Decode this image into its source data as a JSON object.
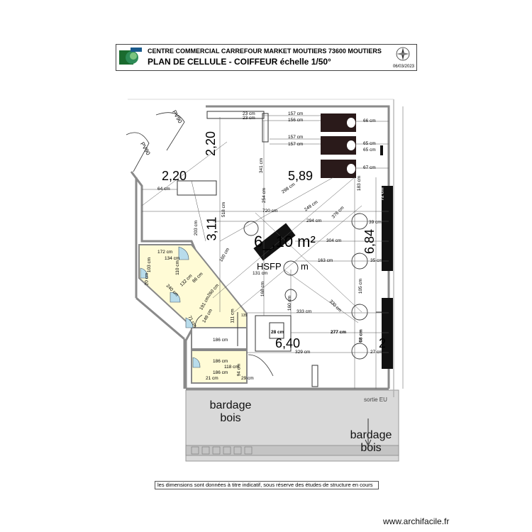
{
  "header": {
    "line1": "CENTRE COMMERCIAL CARREFOUR MARKET MOUTIERS   73600 MOUTIERS",
    "line2": "PLAN DE CELLULE - COIFFEUR     échelle 1/50°",
    "date": "06/03/2023"
  },
  "doors": {
    "pv_top": "PV90",
    "pv_left": "PV90"
  },
  "big_labels": {
    "dim_220_vertical": "2,20",
    "dim_220_horizontal": "2,20",
    "dim_589": "5,89",
    "dim_311": "3,11",
    "dim_640": "6,40",
    "area": "6_,10 m²",
    "hsfp": "HSFP",
    "hsfp_suffix": "m",
    "right_partial_1": "6,84",
    "right_partial_2": "2"
  },
  "dimensions": {
    "d23a": "23 cm",
    "d23b": "23 cm",
    "d157a": "157 cm",
    "d156": "156 cm",
    "d157b": "157 cm",
    "d157c": "157 cm",
    "d66": "66 cm",
    "d65a": "65 cm",
    "d65b": "65 cm",
    "d67": "67 cm",
    "d64": "64 cm",
    "d341": "341 cm",
    "d254": "254 cm",
    "d298": "298 cm",
    "d183": "183 cm",
    "d72a": "72 cm",
    "d518": "518 cm",
    "d720": "720 cm",
    "d249": "249 cm",
    "d376": "376 cm",
    "d203": "203 cm",
    "d294": "294 cm",
    "d39": "39 cm",
    "d304": "304 cm",
    "d160a": "160 cm",
    "d131": "131 cm",
    "d163": "163 cm",
    "d35": "35 cm",
    "d105": "105 cm",
    "d66b": "66 cm",
    "d168": "168 cm",
    "d160b": "160 cm",
    "d333": "333 cm",
    "d330": "330 cm",
    "d172": "172 cm",
    "d134": "134 cm",
    "d110": "110 cm",
    "d103": "103 cm",
    "d132": "132 cm",
    "d86": "86 cm",
    "d260": "260 cm",
    "d191": "191 cm",
    "d149": "149 cm",
    "d111": "111 cm",
    "d240": "240 cm",
    "d20": "20 cm",
    "d186a": "186 cm",
    "d186b": "186 cm",
    "d186c": "186 cm",
    "d118": "118 cm",
    "d94": "94 cm",
    "d21": "21 cm",
    "d29": "29 cm",
    "d28": "28 cm",
    "d277": "277 cm",
    "d68": "68 cm",
    "d329": "329 cm",
    "d27": "27 cm",
    "d135": "135",
    "d71": "71 cm"
  },
  "exterior": {
    "bardage1": "bardage\nbois",
    "bardage2": "bardage\nbois",
    "sortie": "sortie EU"
  },
  "footnote": "les dimensions sont données à titre indicatif, sous réserve des études de structure en cours",
  "watermark": "www.archifacile.fr",
  "colors": {
    "wc_fill": "#fffbd6",
    "wall": "#888888",
    "furniture": "#2a1a1a",
    "ground": "#d9d9d9"
  }
}
